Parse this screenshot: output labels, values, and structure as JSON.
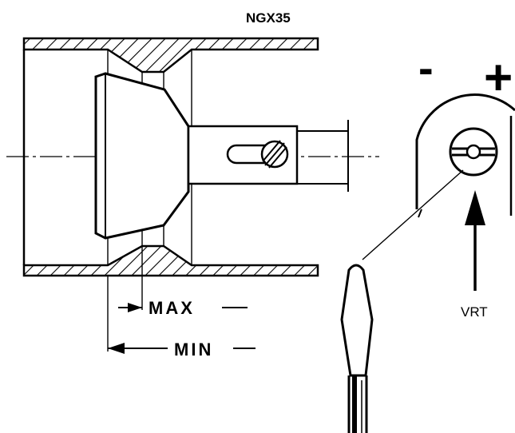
{
  "diagram": {
    "title": "NGX35",
    "labels": {
      "max": "MAX",
      "min": "MIN",
      "vrt": "VRT",
      "minus": "-",
      "plus": "+"
    },
    "colors": {
      "ink": "#000000",
      "paper": "#ffffff"
    }
  }
}
